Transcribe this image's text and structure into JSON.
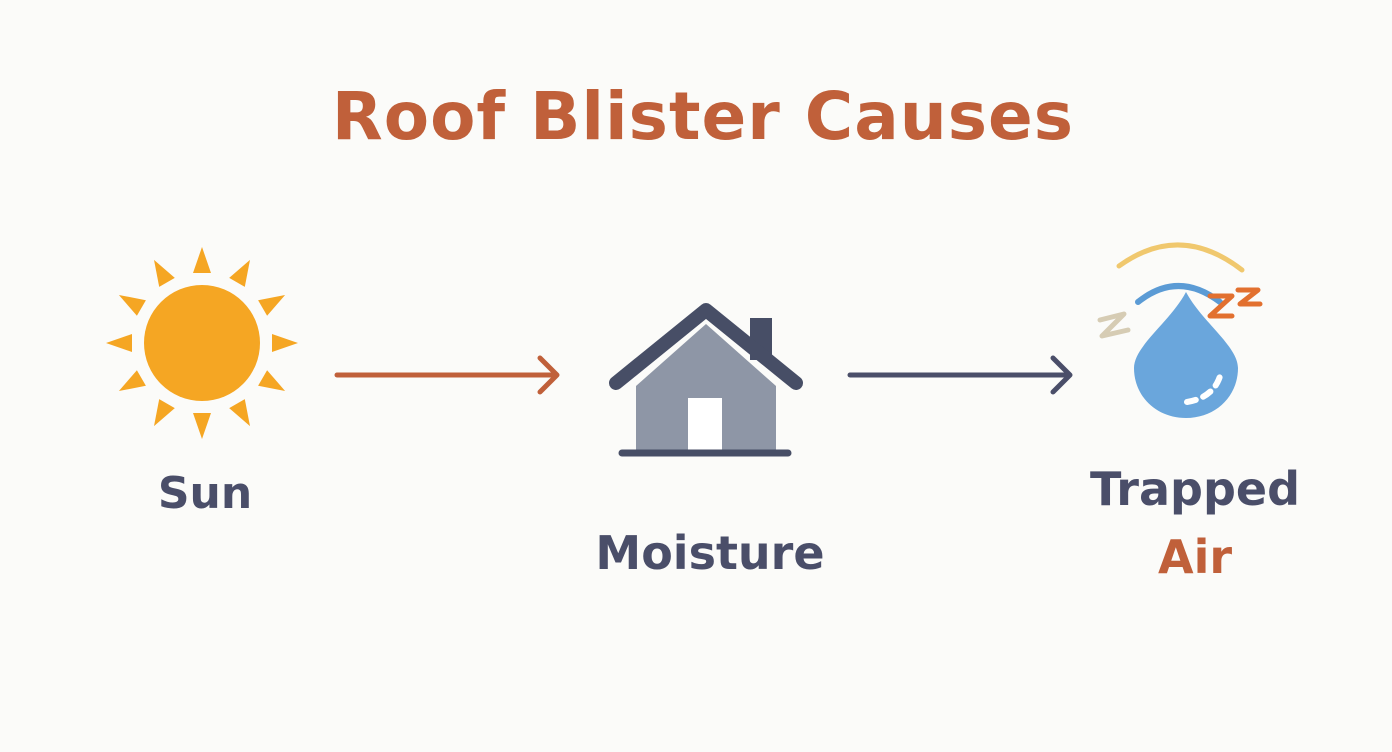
{
  "diagram": {
    "title": "Roof Blister Causes",
    "nodes": [
      {
        "id": "sun",
        "label": "Sun",
        "icon": "sun-icon"
      },
      {
        "id": "moisture",
        "label": "Moisture",
        "icon": "house-icon"
      },
      {
        "id": "trapped-air",
        "label_line1": "Trapped",
        "label_line2": "Air",
        "icon": "water-drop-icon"
      }
    ],
    "edges": [
      {
        "from": "sun",
        "to": "moisture",
        "color": "#c0603a"
      },
      {
        "from": "moisture",
        "to": "trapped-air",
        "color": "#4a4e69"
      }
    ]
  },
  "colors": {
    "title": "#c0603a",
    "label_dark": "#4a4e69",
    "label_accent": "#c0603a",
    "sun": "#f5a623",
    "house_body": "#8e96a6",
    "house_roof": "#474e66",
    "house_door": "#ffffff",
    "drop": "#6aa6dc",
    "wave_outer": "#f0c86e",
    "wave_inner": "#5b9bd5",
    "z_orange": "#e2702f",
    "z_beige": "#d6ccb4"
  }
}
